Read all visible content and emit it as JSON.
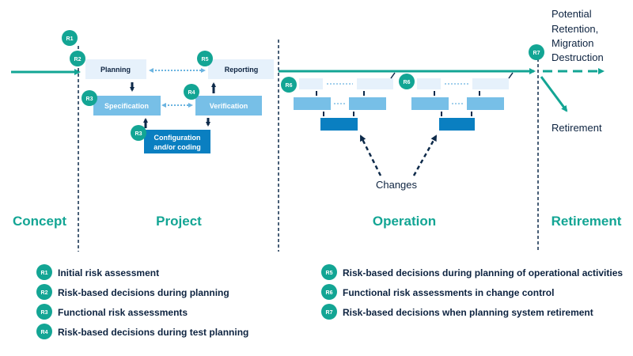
{
  "colors": {
    "teal": "#13a594",
    "navy": "#0d2a4a",
    "light_box": "#e6f1fb",
    "mid_box": "#77bfe7",
    "dark_box": "#0a7fc1",
    "dotted": "#6bb4e0"
  },
  "phases": {
    "concept": "Concept",
    "project": "Project",
    "operation": "Operation",
    "retirement": "Retirement"
  },
  "boxes": {
    "planning": "Planning",
    "reporting": "Reporting",
    "specification": "Specification",
    "verification": "Verification",
    "config_line1": "Configuration",
    "config_line2": "and/or coding"
  },
  "badges": {
    "r1": "R1",
    "r2": "R2",
    "r3": "R3",
    "r4": "R4",
    "r5": "R5",
    "r6": "R6",
    "r7": "R7"
  },
  "notes": {
    "changes": "Changes",
    "potential_line1": "Potential",
    "potential_line2": "Retention,",
    "potential_line3": "Migration",
    "potential_line4": "Destruction",
    "retirement": "Retirement"
  },
  "legend": {
    "left": [
      {
        "badge": "R1",
        "text": "Initial risk assessment"
      },
      {
        "badge": "R2",
        "text": "Risk-based decisions during planning"
      },
      {
        "badge": "R3",
        "text": "Functional risk assessments"
      },
      {
        "badge": "R4",
        "text": "Risk-based decisions during test planning"
      }
    ],
    "right": [
      {
        "badge": "R5",
        "text": "Risk-based decisions during planning of operational activities"
      },
      {
        "badge": "R6",
        "text": "Functional risk assessments in change control"
      },
      {
        "badge": "R7",
        "text": "Risk-based decisions when planning system retirement"
      }
    ]
  }
}
